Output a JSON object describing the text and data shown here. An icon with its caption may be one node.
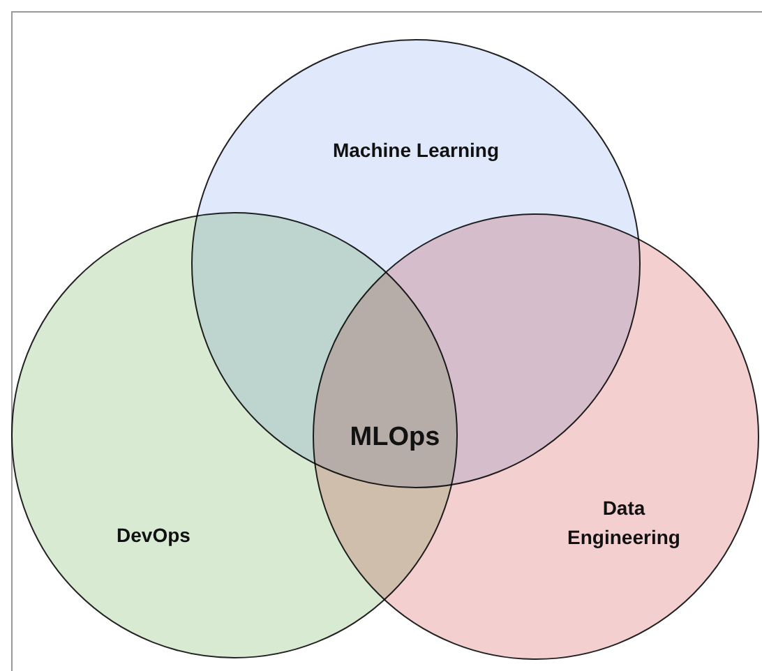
{
  "diagram": {
    "nodes": [
      {
        "text": [
          "Machine Learning"
        ]
      },
      {
        "text": [
          "DevOps"
        ]
      },
      {
        "text": [
          "Data Engineering"
        ]
      }
    ],
    "labels": [
      "MLOps"
    ]
  }
}
